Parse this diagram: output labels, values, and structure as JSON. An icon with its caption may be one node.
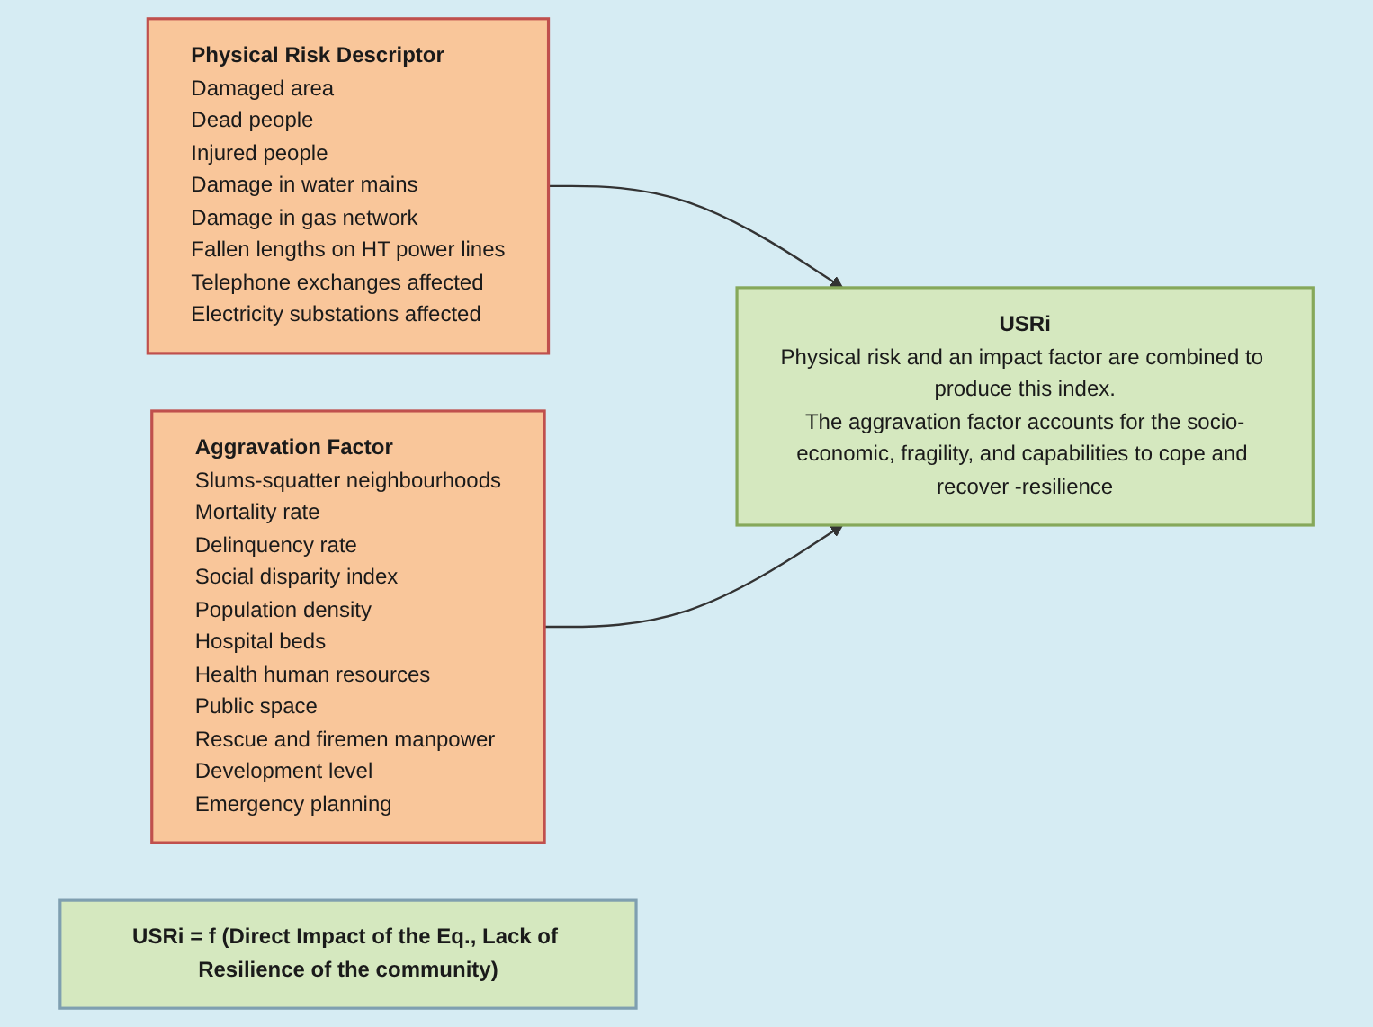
{
  "diagram": {
    "nodes": [
      {
        "text": [
          "Physical Risk Descriptor",
          "Damaged area",
          "Dead people",
          "Injured people",
          "Damage in water mains",
          "Damage in gas network",
          "Fallen lengths on HT power lines",
          "Telephone exchanges affected",
          "Electricity substations affected"
        ]
      },
      {
        "text": [
          "Aggravation Factor",
          "Slums-squatter neighbourhoods",
          "Mortality rate",
          "Delinquency rate",
          "Social disparity index",
          "Population density",
          "Hospital beds",
          "Health human resources",
          "Public space",
          "Rescue and firemen manpower",
          "Development level",
          "Emergency planning"
        ]
      },
      {
        "text": [
          "USRi",
          "Physical risk and an impact factor are combined to produce this index.",
          "The aggravation factor accounts for the socio-economic, fragility, and capabilities to cope and recover -resilience"
        ]
      },
      {
        "text": [
          "USRi = f (Direct Impact of the Eq., Lack of Resilience of the community)"
        ]
      }
    ],
    "edges": [
      {
        "from": 0,
        "to": 2,
        "arrow": "to"
      },
      {
        "from": 1,
        "to": 2,
        "arrow": "to"
      }
    ]
  }
}
